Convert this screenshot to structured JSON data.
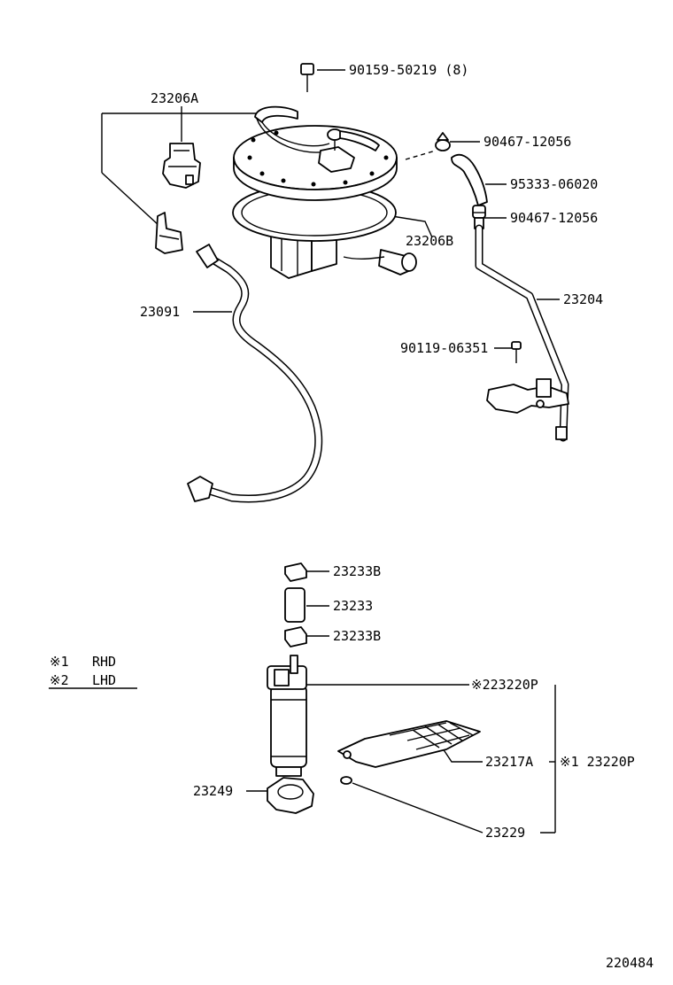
{
  "labels": {
    "bolt_top": "90159-50219 (8)",
    "sender": "23206A",
    "clamp_upper": "90467-12056",
    "hose": "95333-06020",
    "clamp_lower": "90467-12056",
    "gasket": "23206B",
    "tube": "23204",
    "fuel_pipe": "23091",
    "bolt_side": "90119-06351",
    "cushion_top": "23233B",
    "cushion": "23233",
    "cushion_bottom": "23233B",
    "pump_lhd": "※223220P",
    "filter": "23217A",
    "pump_rhd": "※1 23220P",
    "bracket": "23249",
    "clip": "23229",
    "figure_code": "220484"
  },
  "legend": [
    {
      "mark": "※1",
      "text": "RHD"
    },
    {
      "mark": "※2",
      "text": "LHD"
    }
  ],
  "colors": {
    "line": "#000000",
    "background": "#ffffff"
  }
}
